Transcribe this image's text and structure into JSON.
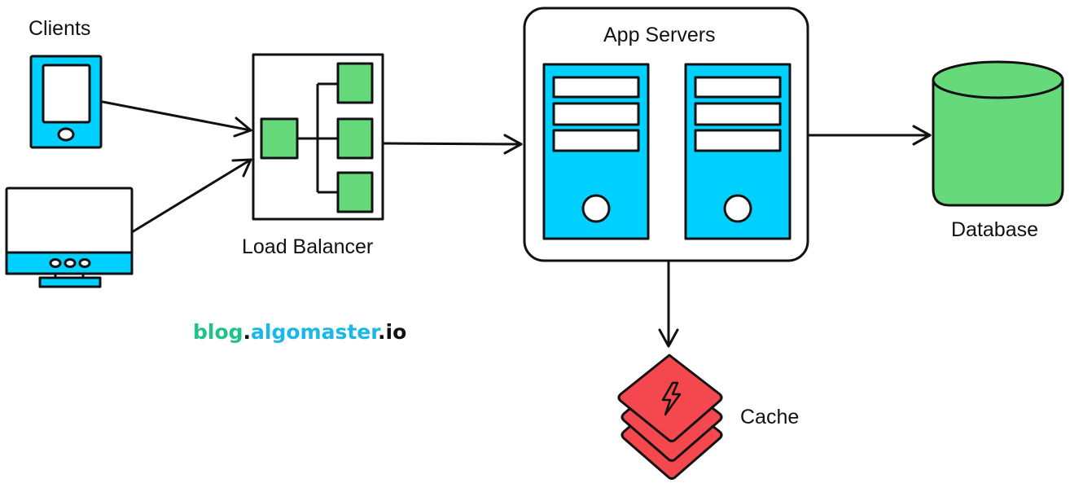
{
  "labels": {
    "clients": "Clients",
    "load_balancer": "Load Balancer",
    "app_servers": "App Servers",
    "database": "Database",
    "cache": "Cache"
  },
  "brand": {
    "part1": "blog",
    "dot1": ".",
    "part2": "algomaster",
    "dot2": ".",
    "part3": "io"
  },
  "colors": {
    "cyan": "#00d0ff",
    "green": "#66d97a",
    "red": "#f5474e",
    "stroke": "#111111",
    "brand_green": "#1ec38a",
    "brand_blue": "#1ab8e8"
  },
  "icons": [
    "tablet-icon",
    "monitor-icon",
    "load-balancer-icon",
    "server-icon",
    "database-icon",
    "cache-stack-icon",
    "lightning-icon"
  ]
}
